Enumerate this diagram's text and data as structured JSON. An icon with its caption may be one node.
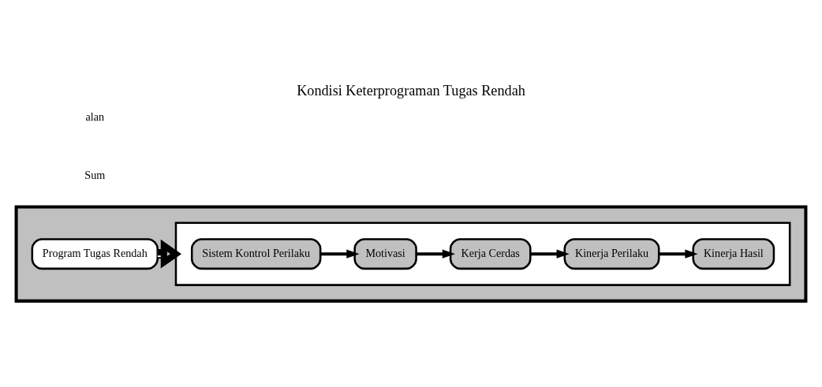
{
  "diagram": {
    "title": "Kondisi Keterprograman Tugas Rendah",
    "nodes": [
      {
        "text": [],
        "shape": "box"
      },
      {
        "text": [],
        "shape": "box",
        "in": 0
      },
      {
        "text": [
          "Sistem Kontrol Perilaku"
        ],
        "in": 1
      },
      {
        "text": [
          "Motivasi"
        ],
        "in": 1
      },
      {
        "text": [
          "Kinerja Perilaku"
        ],
        "in": 1
      },
      {
        "text": [
          "Kinerja Hasil"
        ],
        "in": 1
      },
      {
        "text": [
          "Kerja Cerdas"
        ],
        "in": 1
      },
      {
        "text": [
          "Program Tugas Rendah"
        ],
        "in": 0
      }
    ],
    "edges": [
      {
        "from": 2,
        "to": 3,
        "arrow": "to"
      },
      {
        "from": 3,
        "to": 6,
        "arrow": "to"
      },
      {
        "from": 6,
        "to": 4,
        "arrow": "to"
      },
      {
        "from": 4,
        "to": 5,
        "arrow": "to"
      },
      {
        "from": 7,
        "to": 1,
        "arrow": "to",
        "style": "thick"
      }
    ],
    "labels": [
      "Sum",
      "alan"
    ]
  }
}
